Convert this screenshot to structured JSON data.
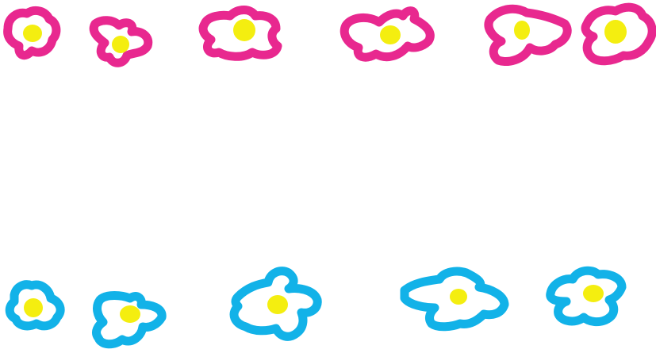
{
  "colors": {
    "background": "#ffffff",
    "pink": "#e8288f",
    "blue": "#12b2e8",
    "yellow": "#f4ee10"
  },
  "flower_rows": [
    {
      "name": "top-row",
      "color": "pink",
      "count": 6
    },
    {
      "name": "bottom-row",
      "color": "blue",
      "count": 5
    }
  ]
}
